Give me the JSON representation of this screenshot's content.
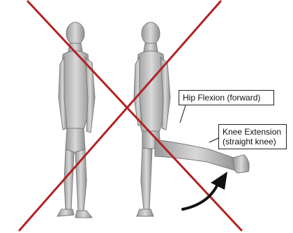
{
  "labels": {
    "hip_flexion": "Hip Flexion (forward)",
    "knee_extension_line1": "Knee Extension",
    "knee_extension_line2": "(straight knee)"
  },
  "colors": {
    "cross": "#b22222",
    "arrow": "#111111",
    "figure_fill": "#c8c8c8",
    "figure_stroke": "#7a7a7a"
  },
  "icons": {
    "cross": "x-cross-icon",
    "arrow": "curved-arrow-icon"
  }
}
